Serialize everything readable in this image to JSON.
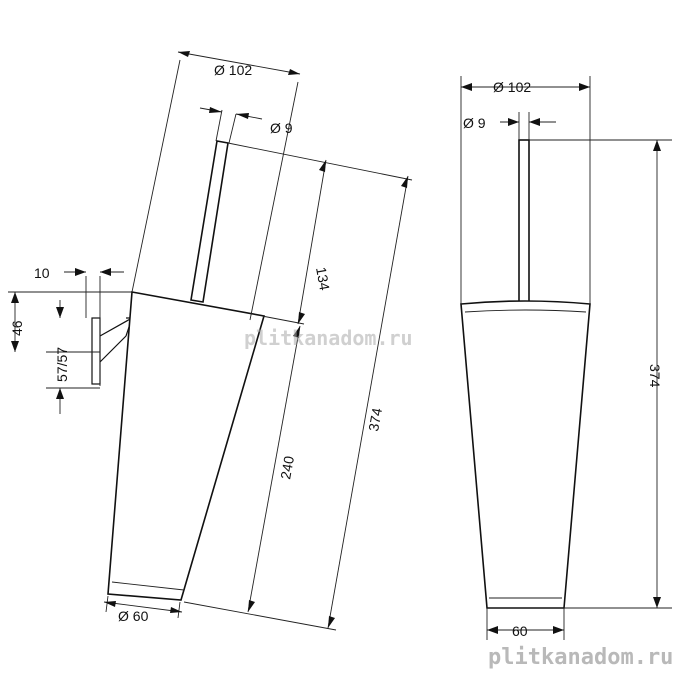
{
  "side_view": {
    "dims": {
      "diameter_top": "Ø 102",
      "diameter_handle": "Ø 9",
      "handle_length": "134",
      "inner_height": "240",
      "overall_height": "374",
      "diameter_bottom": "Ø 60",
      "bracket_depth": "10",
      "bracket_height": "46",
      "bracket_offset": "57/57"
    }
  },
  "front_view": {
    "dims": {
      "diameter_top": "Ø 102",
      "diameter_handle": "Ø 9",
      "overall_height": "374",
      "bottom_width": "60"
    }
  },
  "watermarks": {
    "center": "plitkanadom.ru",
    "bottom": "plitkanadom.ru"
  }
}
